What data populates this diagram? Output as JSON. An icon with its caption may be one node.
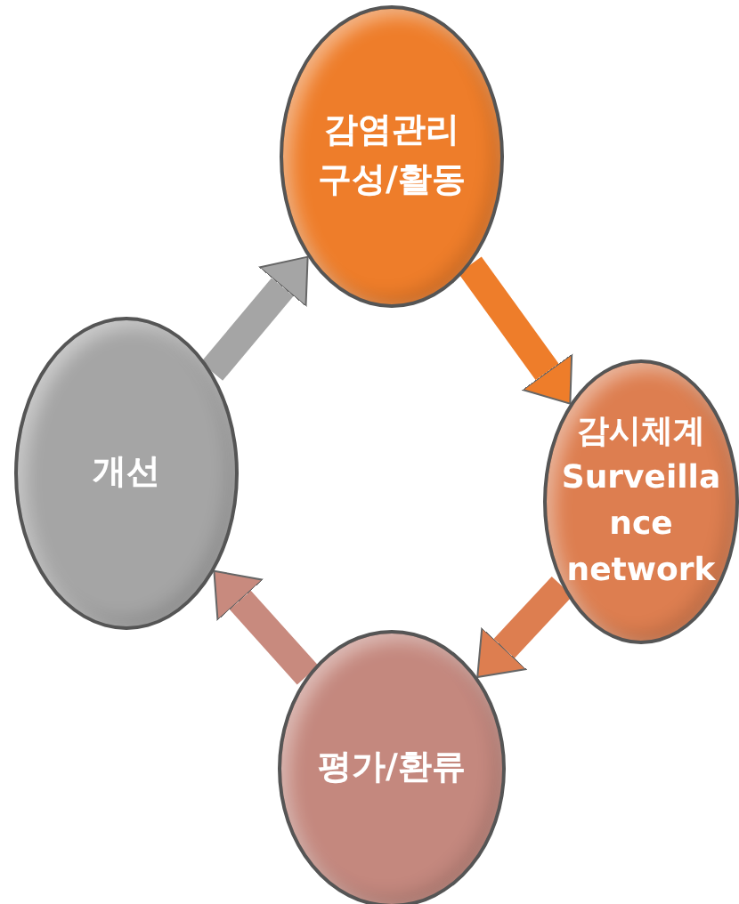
{
  "diagram": {
    "nodes": [
      {
        "text": [
          "감염관리 구성/활동"
        ]
      },
      {
        "text": [
          "감시체계 Surveillance network"
        ]
      },
      {
        "text": [
          "평가/환류"
        ]
      },
      {
        "text": [
          "개선"
        ]
      }
    ],
    "edges": [
      {
        "from": 0,
        "to": 1,
        "arrow": "to",
        "color": "#ee7d2a"
      },
      {
        "from": 1,
        "to": 2,
        "arrow": "to",
        "color": "#dd7e50"
      },
      {
        "from": 2,
        "to": 3,
        "arrow": "to",
        "color": "#c88a7e"
      },
      {
        "from": 3,
        "to": 0,
        "arrow": "to",
        "color": "#a5a5a5"
      }
    ]
  }
}
